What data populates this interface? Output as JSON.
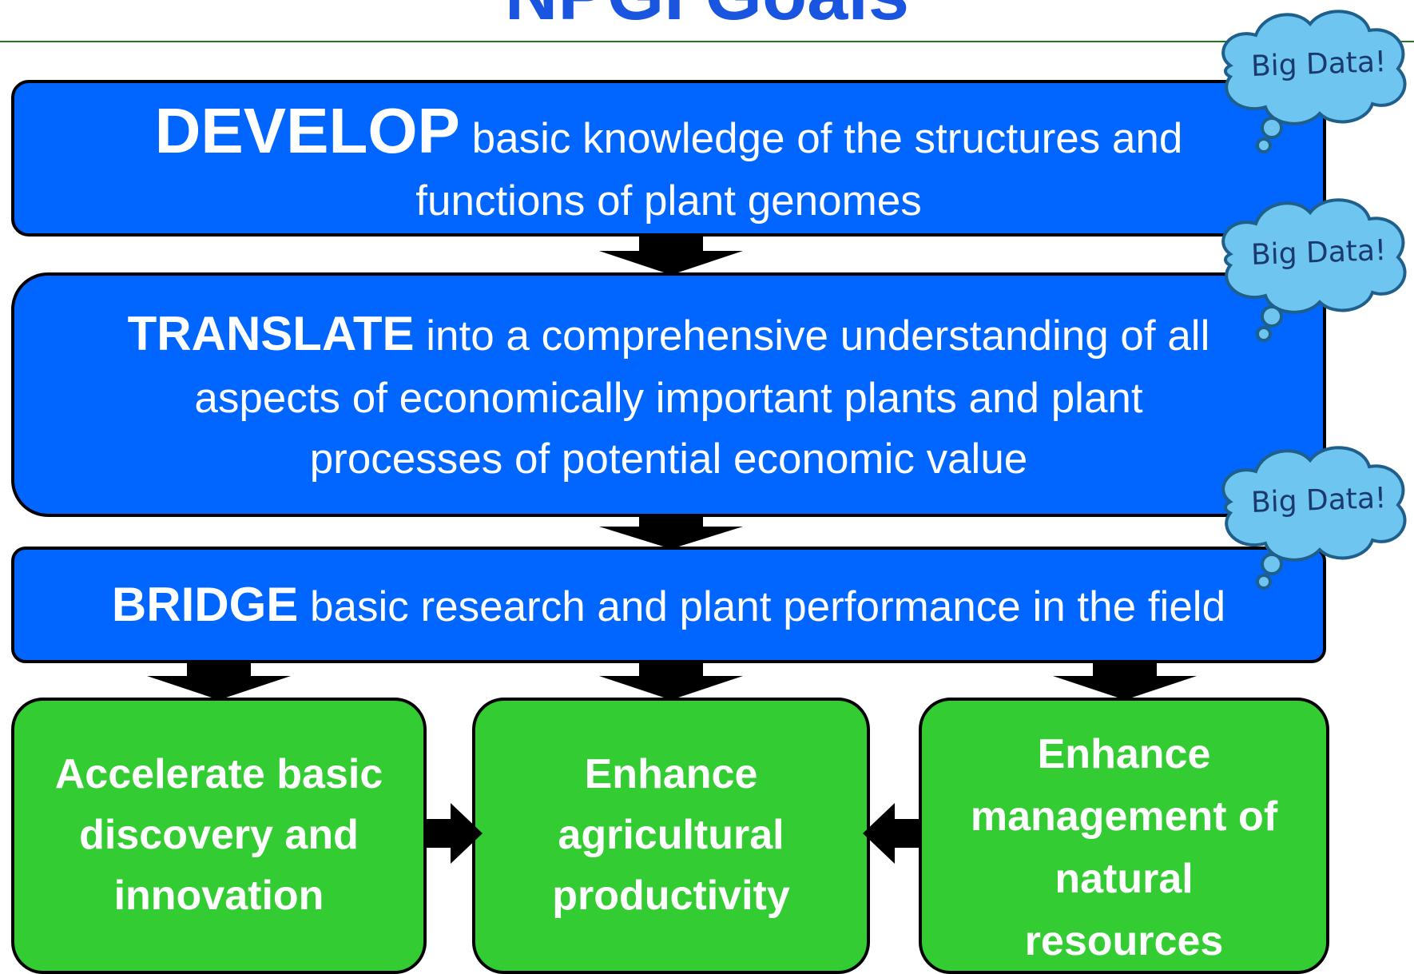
{
  "title": "NPGI Goals",
  "boxes": {
    "develop": {
      "keyword": "DEVELOP",
      "line1": "basic knowledge of the structures and",
      "line2": "functions of plant genomes"
    },
    "translate": {
      "keyword": "TRANSLATE",
      "line1": "into a comprehensive understanding of all",
      "line2": "aspects of economically important plants and plant",
      "line3": "processes of potential economic value"
    },
    "bridge": {
      "keyword": "BRIDGE",
      "line1": "basic research and plant performance in the field"
    }
  },
  "outcomes": {
    "accelerate": [
      "Accelerate basic",
      "discovery and",
      "innovation"
    ],
    "productivity": [
      "Enhance",
      "agricultural",
      "productivity"
    ],
    "resources": [
      "Enhance",
      "management of",
      "natural",
      "resources"
    ]
  },
  "clouds": [
    "Big Data!",
    "Big Data!",
    "Big Data!"
  ],
  "colors": {
    "title": "#1a55e0",
    "box_blue": "#0066ff",
    "box_green": "#33cc33",
    "cloud": "#6ec6f0",
    "rule": "#1e7a1e"
  }
}
